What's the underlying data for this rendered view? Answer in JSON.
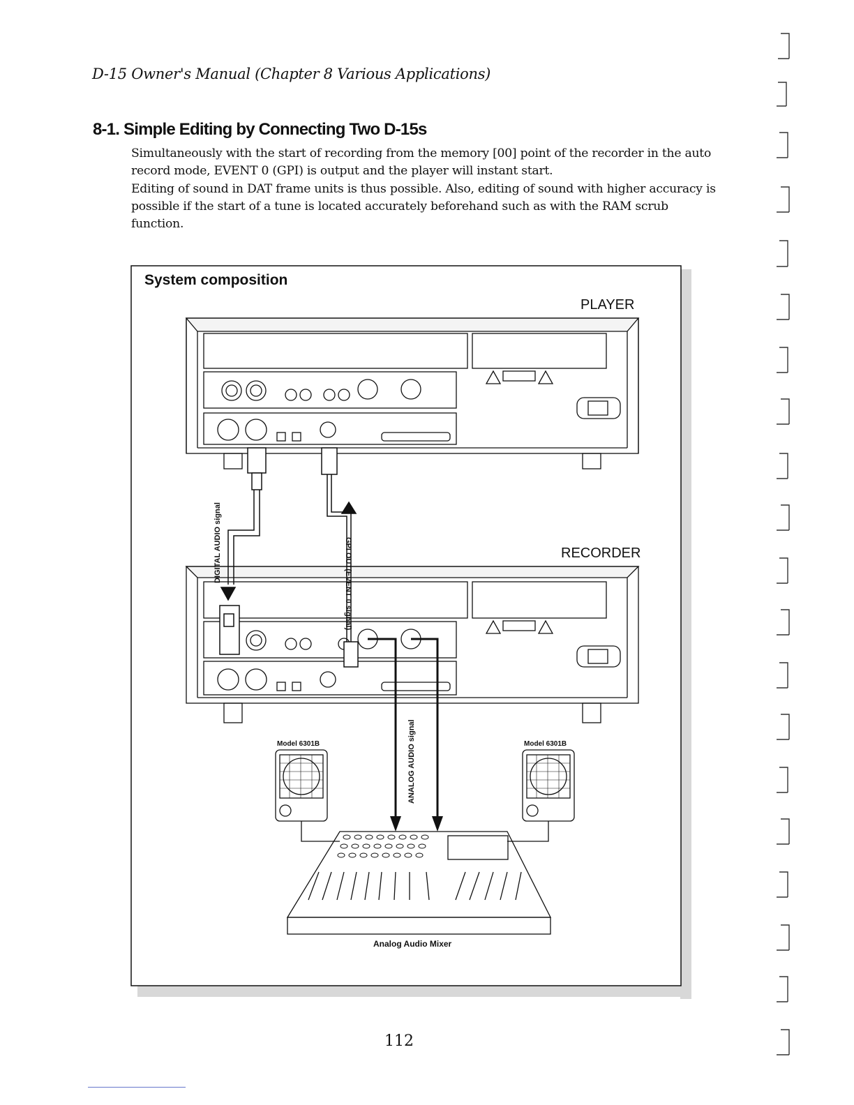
{
  "header": {
    "running_title": "D-15 Owner's Manual (Chapter 8  Various Applications)"
  },
  "section": {
    "title": "8-1. Simple Editing by Connecting Two D-15s",
    "paragraph1": "Simultaneously with the start of recording from the memory [00] point of the recorder in the auto record mode, EVENT 0 (GPI) is output and the player will instant start.",
    "paragraph2": "Editing of sound in DAT frame units is thus possible.  Also, editing of sound with higher accuracy is possible if the start of a tune is located accurately beforehand such as with the RAM scrub function."
  },
  "figure": {
    "title": "System composition",
    "player_label": "PLAYER",
    "recorder_label": "RECORDER",
    "digital_audio_label": "DIGITAL AUDIO signal",
    "gpi_label": "GPI OUT(EVENT 0 signal)",
    "analog_audio_label": "ANALOG AUDIO signal",
    "speaker_left_label": "Model 6301B",
    "speaker_right_label": "Model 6301B",
    "mixer_label": "Analog Audio Mixer"
  },
  "footer": {
    "page_number": "112"
  }
}
